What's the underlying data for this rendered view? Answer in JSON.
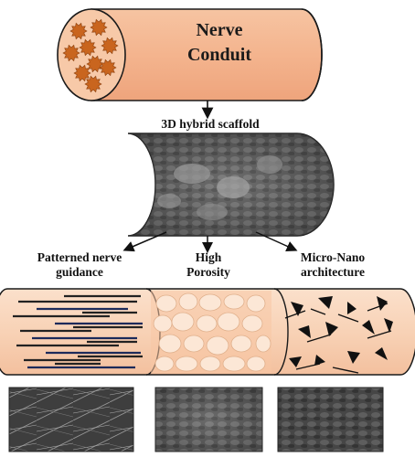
{
  "conduit": {
    "title_line1": "Nerve",
    "title_line2": "Conduit"
  },
  "scaffold": {
    "title": "3D hybrid scaffold"
  },
  "features": [
    {
      "label_line1": "Patterned nerve",
      "label_line2": "guidance"
    },
    {
      "label_line1": "High",
      "label_line2": "Porosity"
    },
    {
      "label_line1": "Micro-Nano",
      "label_line2": "architecture"
    }
  ],
  "colors": {
    "conduit_fill": "#f4b48e",
    "conduit_end": "#f7c9a8",
    "outline": "#1a1a1a",
    "pattern_fill": "#f8d6bc",
    "pore_fill": "#fce7d6",
    "star_fill": "#c9651e",
    "sem_gray": "#5a5a5a"
  },
  "icons": [
    "nerve-fascicle-star-icon",
    "down-arrow-icon"
  ]
}
